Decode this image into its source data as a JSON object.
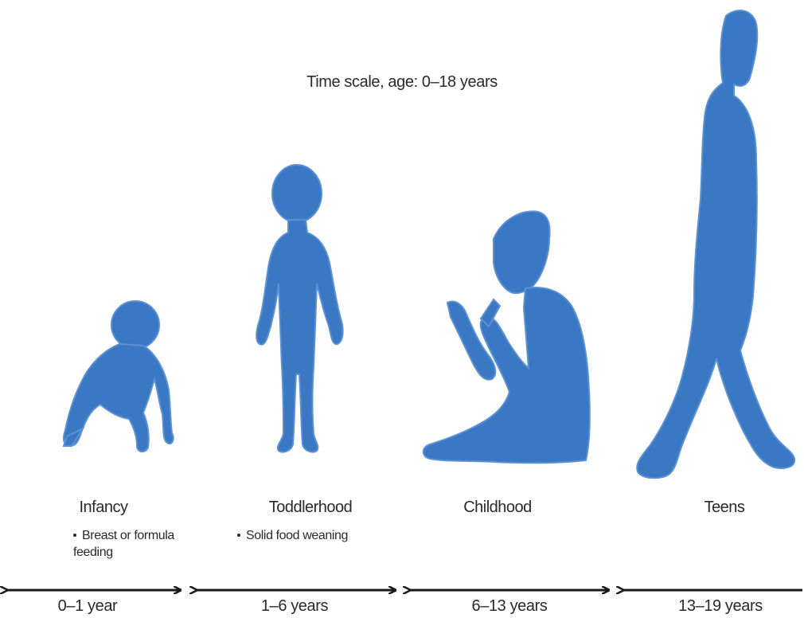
{
  "title": "Time scale, age: 0–18 years",
  "colors": {
    "silhouette": "#3a78c4",
    "text": "#2a2a2a",
    "arrow": "#1a1a1a"
  },
  "stages": [
    {
      "name": "Infancy",
      "note": "Breast or formula feeding",
      "range": "0–1 year",
      "icon": "crawling-baby-icon"
    },
    {
      "name": "Toddlerhood",
      "note": "Solid food weaning",
      "range": "1–6 years",
      "icon": "standing-toddler-icon"
    },
    {
      "name": "Childhood",
      "note": "",
      "range": "6–13 years",
      "icon": "sitting-reading-child-icon"
    },
    {
      "name": "Teens",
      "note": "",
      "range": "13–19 years",
      "icon": "walking-teen-icon"
    }
  ]
}
